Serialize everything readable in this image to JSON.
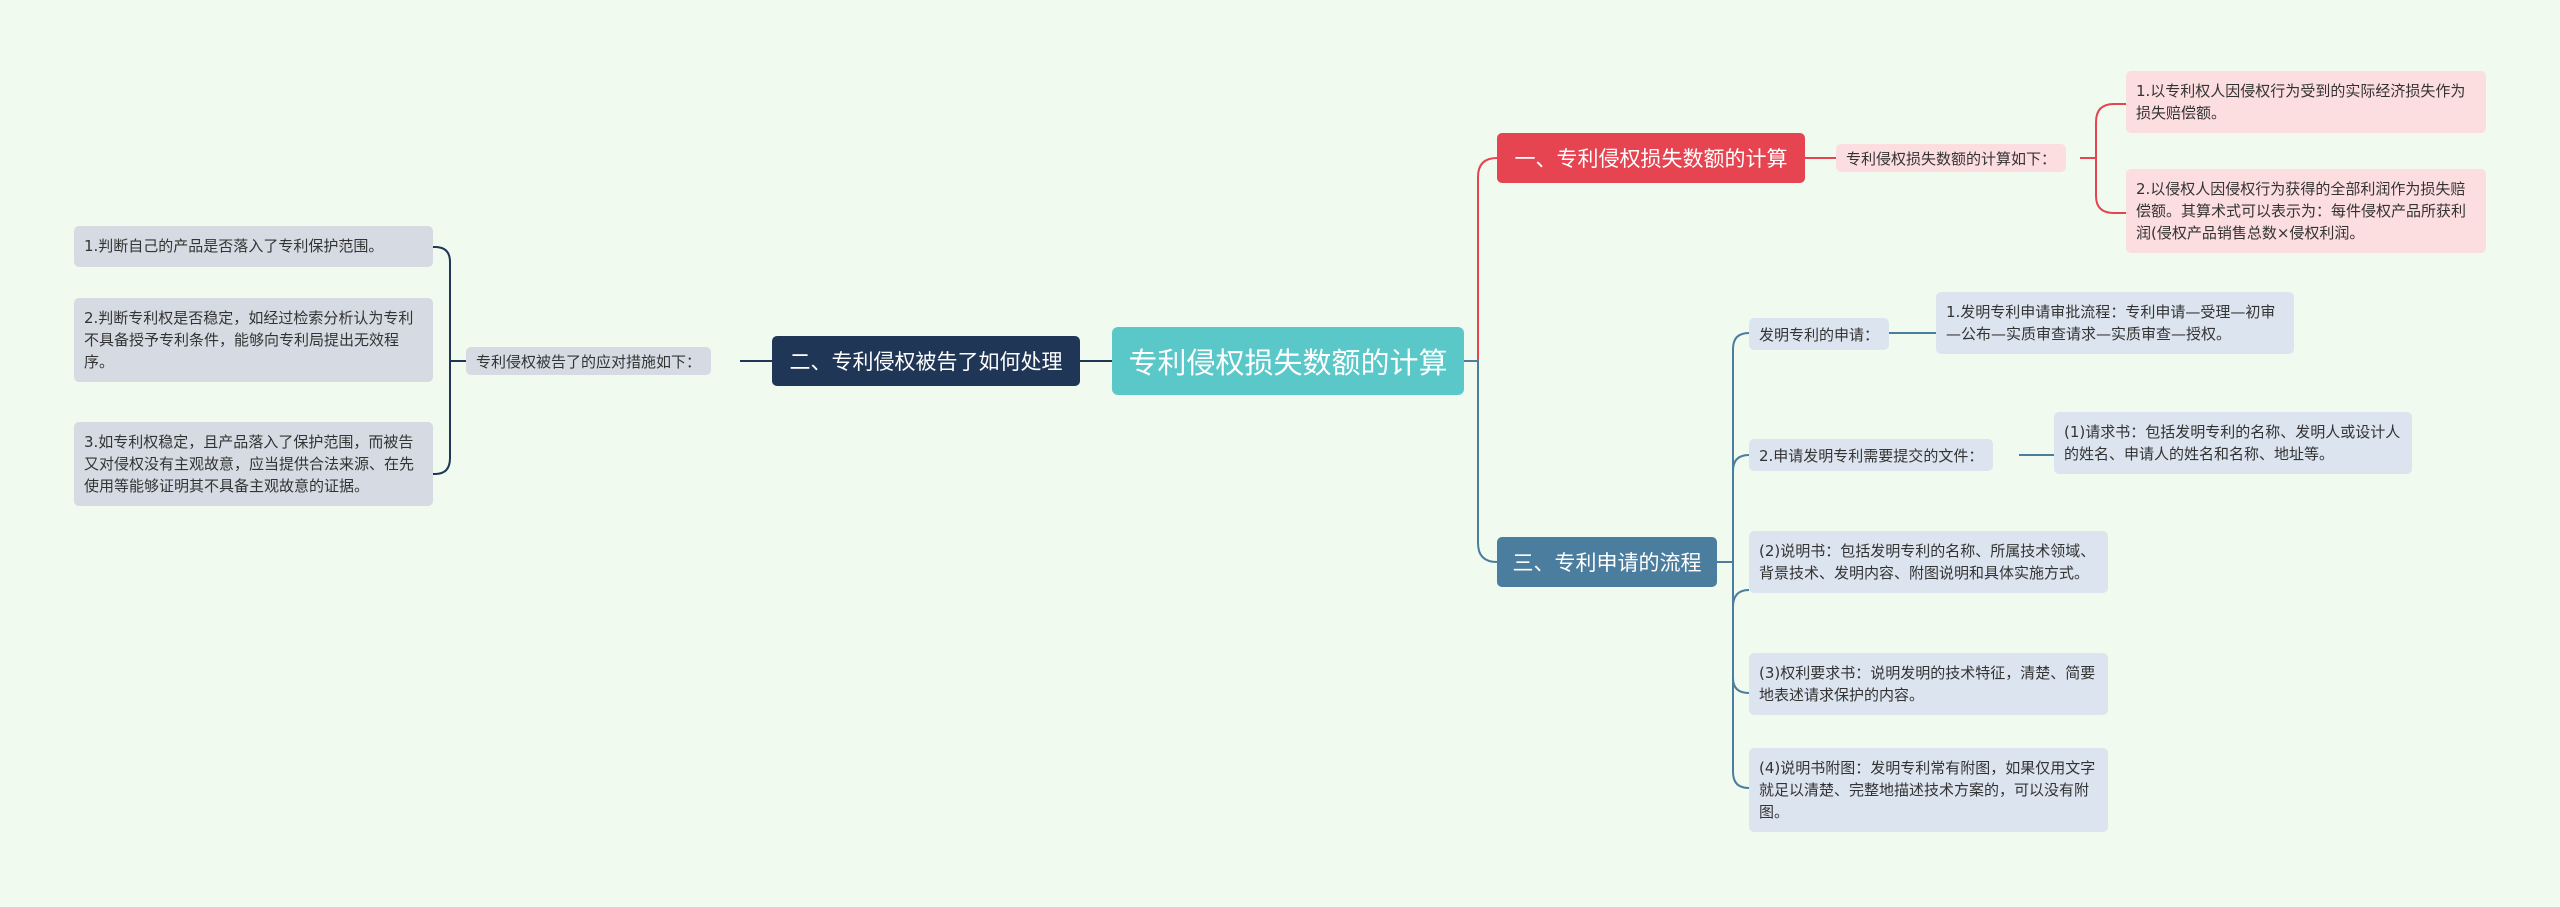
{
  "root": {
    "title": "专利侵权损失数额的计算"
  },
  "branch1": {
    "title": "一、专利侵权损失数额的计算",
    "sub": "专利侵权损失数额的计算如下：",
    "leaves": [
      "1.以专利权人因侵权行为受到的实际经济损失作为损失赔偿额。",
      "2.以侵权人因侵权行为获得的全部利润作为损失赔偿额。其算术式可以表示为：每件侵权产品所获利润(侵权产品销售总数×侵权利润。"
    ]
  },
  "branch2": {
    "title": "二、专利侵权被告了如何处理",
    "sub": "专利侵权被告了的应对措施如下：",
    "leaves": [
      "1.判断自己的产品是否落入了专利保护范围。",
      "2.判断专利权是否稳定，如经过检索分析认为专利不具备授予专利条件，能够向专利局提出无效程序。",
      "3.如专利权稳定，且产品落入了保护范围，而被告又对侵权没有主观故意，应当提供合法来源、在先使用等能够证明其不具备主观故意的证据。"
    ]
  },
  "branch3": {
    "title": "三、专利申请的流程",
    "apply_label": "发明专利的申请：",
    "apply_leaf": "1.发明专利申请审批流程：专利申请—受理—初审—公布—实质审查请求—实质审查—授权。",
    "docs_label": "2.申请发明专利需要提交的文件：",
    "docs_leaf": "(1)请求书：包括发明专利的名称、发明人或设计人的姓名、申请人的姓名和名称、地址等。",
    "items": [
      "(2)说明书：包括发明专利的名称、所属技术领域、背景技术、发明内容、附图说明和具体实施方式。",
      "(3)权利要求书：说明发明的技术特征，清楚、简要地表述请求保护的内容。",
      "(4)说明书附图：发明专利常有附图，如果仅用文字就足以清楚、完整地描述技术方案的，可以没有附图。"
    ]
  },
  "colors": {
    "background": "#f0faee",
    "root": "#5ac8c8",
    "branch1": "#e54450",
    "branch2": "#1f3656",
    "branch3": "#4b7d9e"
  }
}
